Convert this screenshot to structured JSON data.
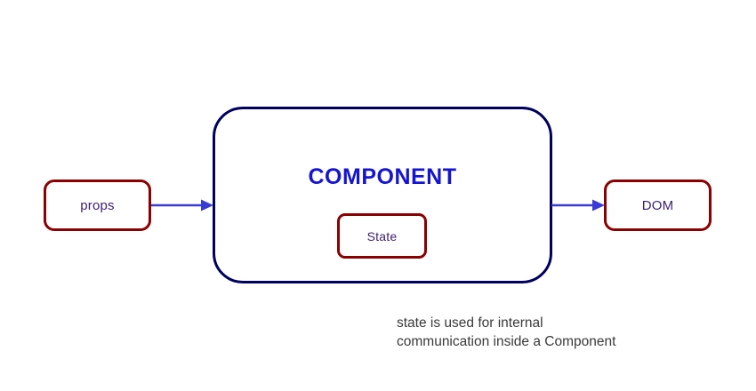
{
  "diagram": {
    "title": "React component data flow diagram",
    "colors": {
      "node_border_red": "#8b0000",
      "container_border_navy": "#00005f",
      "component_title_blue": "#1414d2",
      "arrow_blue": "#3a3ad6",
      "node_text_purple": "#3b1e6e",
      "caption_gray": "#3a3a3a",
      "background": "#ffffff"
    },
    "nodes": {
      "props": {
        "label": "props"
      },
      "component": {
        "title": "COMPONENT"
      },
      "state": {
        "label": "State"
      },
      "dom": {
        "label": "DOM"
      }
    },
    "arrows": [
      {
        "name": "props-to-component",
        "from": "props",
        "to": "component",
        "direction": "right"
      },
      {
        "name": "component-to-dom",
        "from": "component",
        "to": "dom",
        "direction": "right"
      }
    ],
    "caption": {
      "text": "state is used for internal\ncommunication inside a Component"
    }
  }
}
